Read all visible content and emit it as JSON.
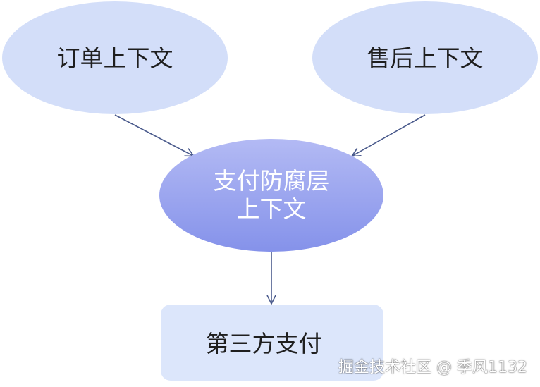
{
  "nodes": {
    "order_context": {
      "label": "订单上下文"
    },
    "aftersale_context": {
      "label": "售后上下文"
    },
    "acl_context": {
      "label_line1": "支付防腐层",
      "label_line2": "上下文"
    },
    "third_party_payment": {
      "label": "第三方支付"
    }
  },
  "edges": [
    {
      "from": "order_context",
      "to": "acl_context"
    },
    {
      "from": "aftersale_context",
      "to": "acl_context"
    },
    {
      "from": "acl_context",
      "to": "third_party_payment"
    }
  ],
  "watermark": {
    "text": "掘金技术社区 @ 季风1132"
  },
  "colors": {
    "context_fill": "#d3def9",
    "acl_fill_top": "#b3baf4",
    "acl_fill_bottom": "#8592ea",
    "box_fill": "#dce6fb",
    "arrow": "#4a5a8c"
  }
}
